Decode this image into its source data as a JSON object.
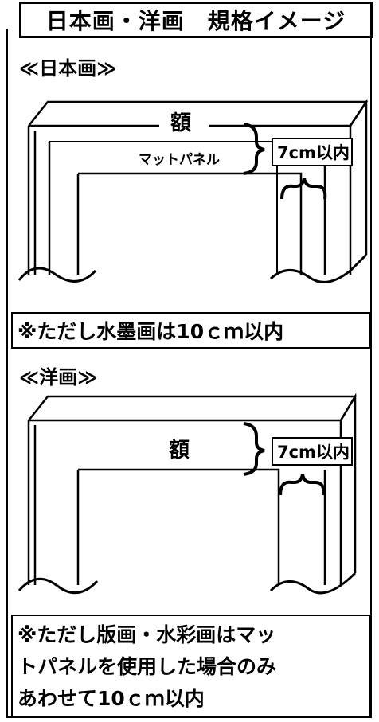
{
  "header": {
    "title": "日本画・洋画　規格イメージ"
  },
  "nihonga": {
    "heading": "≪日本画≫",
    "frame_label": "額",
    "mat_label": "マットパネル",
    "limit_label": "7cm以内",
    "note": "※ただし水墨画は10ｃｍ以内"
  },
  "yoga": {
    "heading": "≪洋画≫",
    "frame_label": "額",
    "limit_label": "7cm以内",
    "note_lines": [
      "※ただし版画・水彩画はマッ",
      "トパネルを使用した場合のみ",
      "あわせて10ｃｍ以内"
    ]
  }
}
